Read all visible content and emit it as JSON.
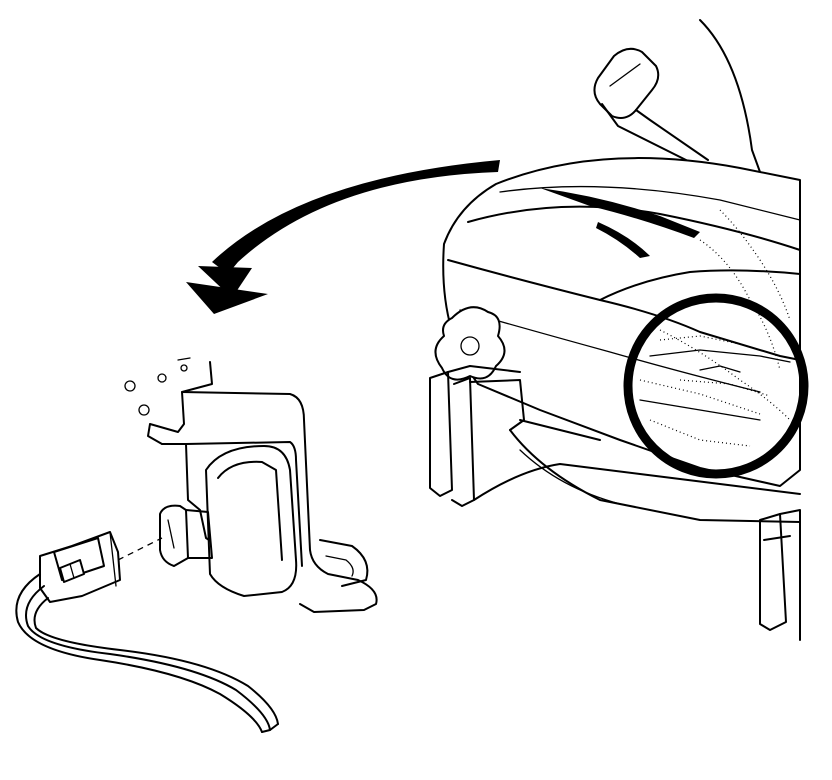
{
  "illustration": {
    "parts": [
      "seat-cushion",
      "seat-adjuster-lever",
      "seat-recliner-knob",
      "seat-track-bracket",
      "seat-side-trim-panel",
      "electrical-connector",
      "wiring-harness",
      "removal-direction-arrow",
      "detail-view-circle"
    ],
    "colors": {
      "line": "#000000",
      "background": "#ffffff"
    }
  }
}
